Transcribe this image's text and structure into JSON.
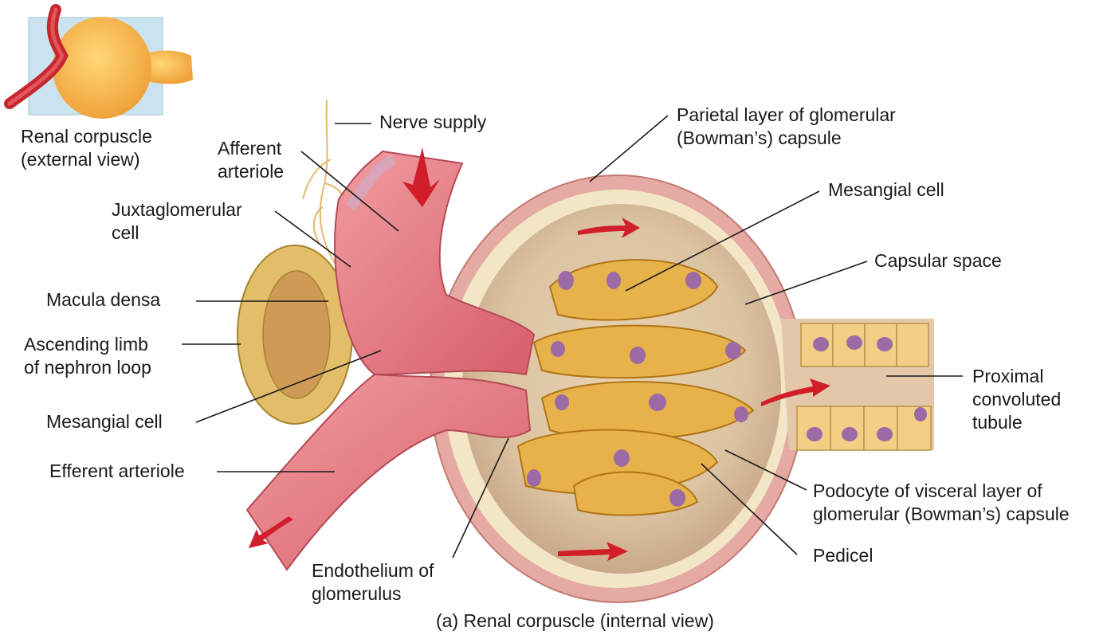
{
  "inset": {
    "label_line1": "Renal corpuscle",
    "label_line2": "(external view)"
  },
  "labels": {
    "nerve_supply": "Nerve supply",
    "parietal_line1": "Parietal layer of glomerular",
    "parietal_line2": "(Bowman’s) capsule",
    "afferent_line1": "Afferent",
    "afferent_line2": "arteriole",
    "juxta_line1": "Juxtaglomerular",
    "juxta_line2": "cell",
    "mesangial_right": "Mesangial cell",
    "capsular_space": "Capsular space",
    "macula_densa": "Macula densa",
    "ascending_line1": "Ascending limb",
    "ascending_line2": "of nephron loop",
    "proximal_line1": "Proximal",
    "proximal_line2": "convoluted",
    "proximal_line3": "tubule",
    "mesangial_left": "Mesangial cell",
    "efferent": "Efferent arteriole",
    "podocyte_line1": "Podocyte of visceral layer of",
    "podocyte_line2": "glomerular (Bowman’s) capsule",
    "pedicel": "Pedicel",
    "endothelium_line1": "Endothelium of",
    "endothelium_line2": "glomerulus"
  },
  "caption": "(a) Renal corpuscle (internal view)",
  "colors": {
    "capsule_outer": "#e7b3ac",
    "capsule_inner": "#f1e2c9",
    "capsular_space": "#dcc7a8",
    "vessel": "#e0707a",
    "vessel_light": "#ef9aa0",
    "podocyte": "#e8b24a",
    "podocyte_dark": "#b07416",
    "nucleus": "#9c6aa5",
    "tubule_cell": "#f3cf85",
    "arrow": "#d11e2a",
    "leader_line": "#1a1a1a",
    "inset_box": "#c9e3ef"
  }
}
